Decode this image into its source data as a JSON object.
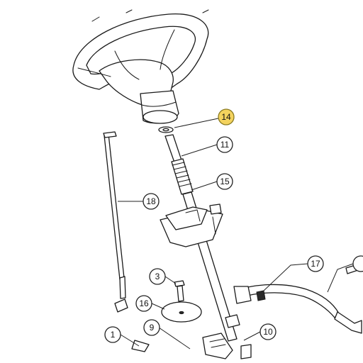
{
  "callouts": [
    {
      "id": "c14",
      "label": "14",
      "highlight": true
    },
    {
      "id": "c11",
      "label": "11",
      "highlight": false
    },
    {
      "id": "c15",
      "label": "15",
      "highlight": false
    },
    {
      "id": "c18",
      "label": "18",
      "highlight": false
    },
    {
      "id": "c17",
      "label": "17",
      "highlight": false
    },
    {
      "id": "c3",
      "label": "3",
      "highlight": false
    },
    {
      "id": "c16",
      "label": "16",
      "highlight": false
    },
    {
      "id": "c9",
      "label": "9",
      "highlight": false
    },
    {
      "id": "c1",
      "label": "1",
      "highlight": false
    },
    {
      "id": "c10",
      "label": "10",
      "highlight": false
    }
  ],
  "colors": {
    "highlight": "#f4d35e",
    "line": "#1a1a1a",
    "background": "#ffffff"
  }
}
